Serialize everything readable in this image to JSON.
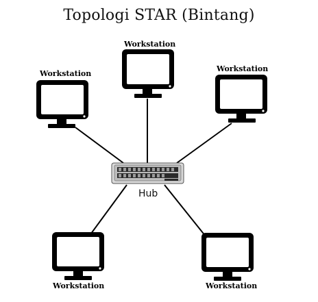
{
  "title": "Topologi STAR (Bintang)",
  "hub": {
    "label": "Hub",
    "icon": "network-hub-icon"
  },
  "workstations": [
    {
      "label": "Workstation",
      "icon": "monitor-icon"
    },
    {
      "label": "Workstation",
      "icon": "monitor-icon"
    },
    {
      "label": "Workstation",
      "icon": "monitor-icon"
    },
    {
      "label": "Workstation",
      "icon": "monitor-icon"
    },
    {
      "label": "Workstation",
      "icon": "monitor-icon"
    }
  ],
  "colors": {
    "line": "#000000",
    "monitor": "#000000",
    "screen": "#ffffff",
    "hub_body": "#d9d9d9",
    "hub_ports": "#2a2a2a"
  }
}
